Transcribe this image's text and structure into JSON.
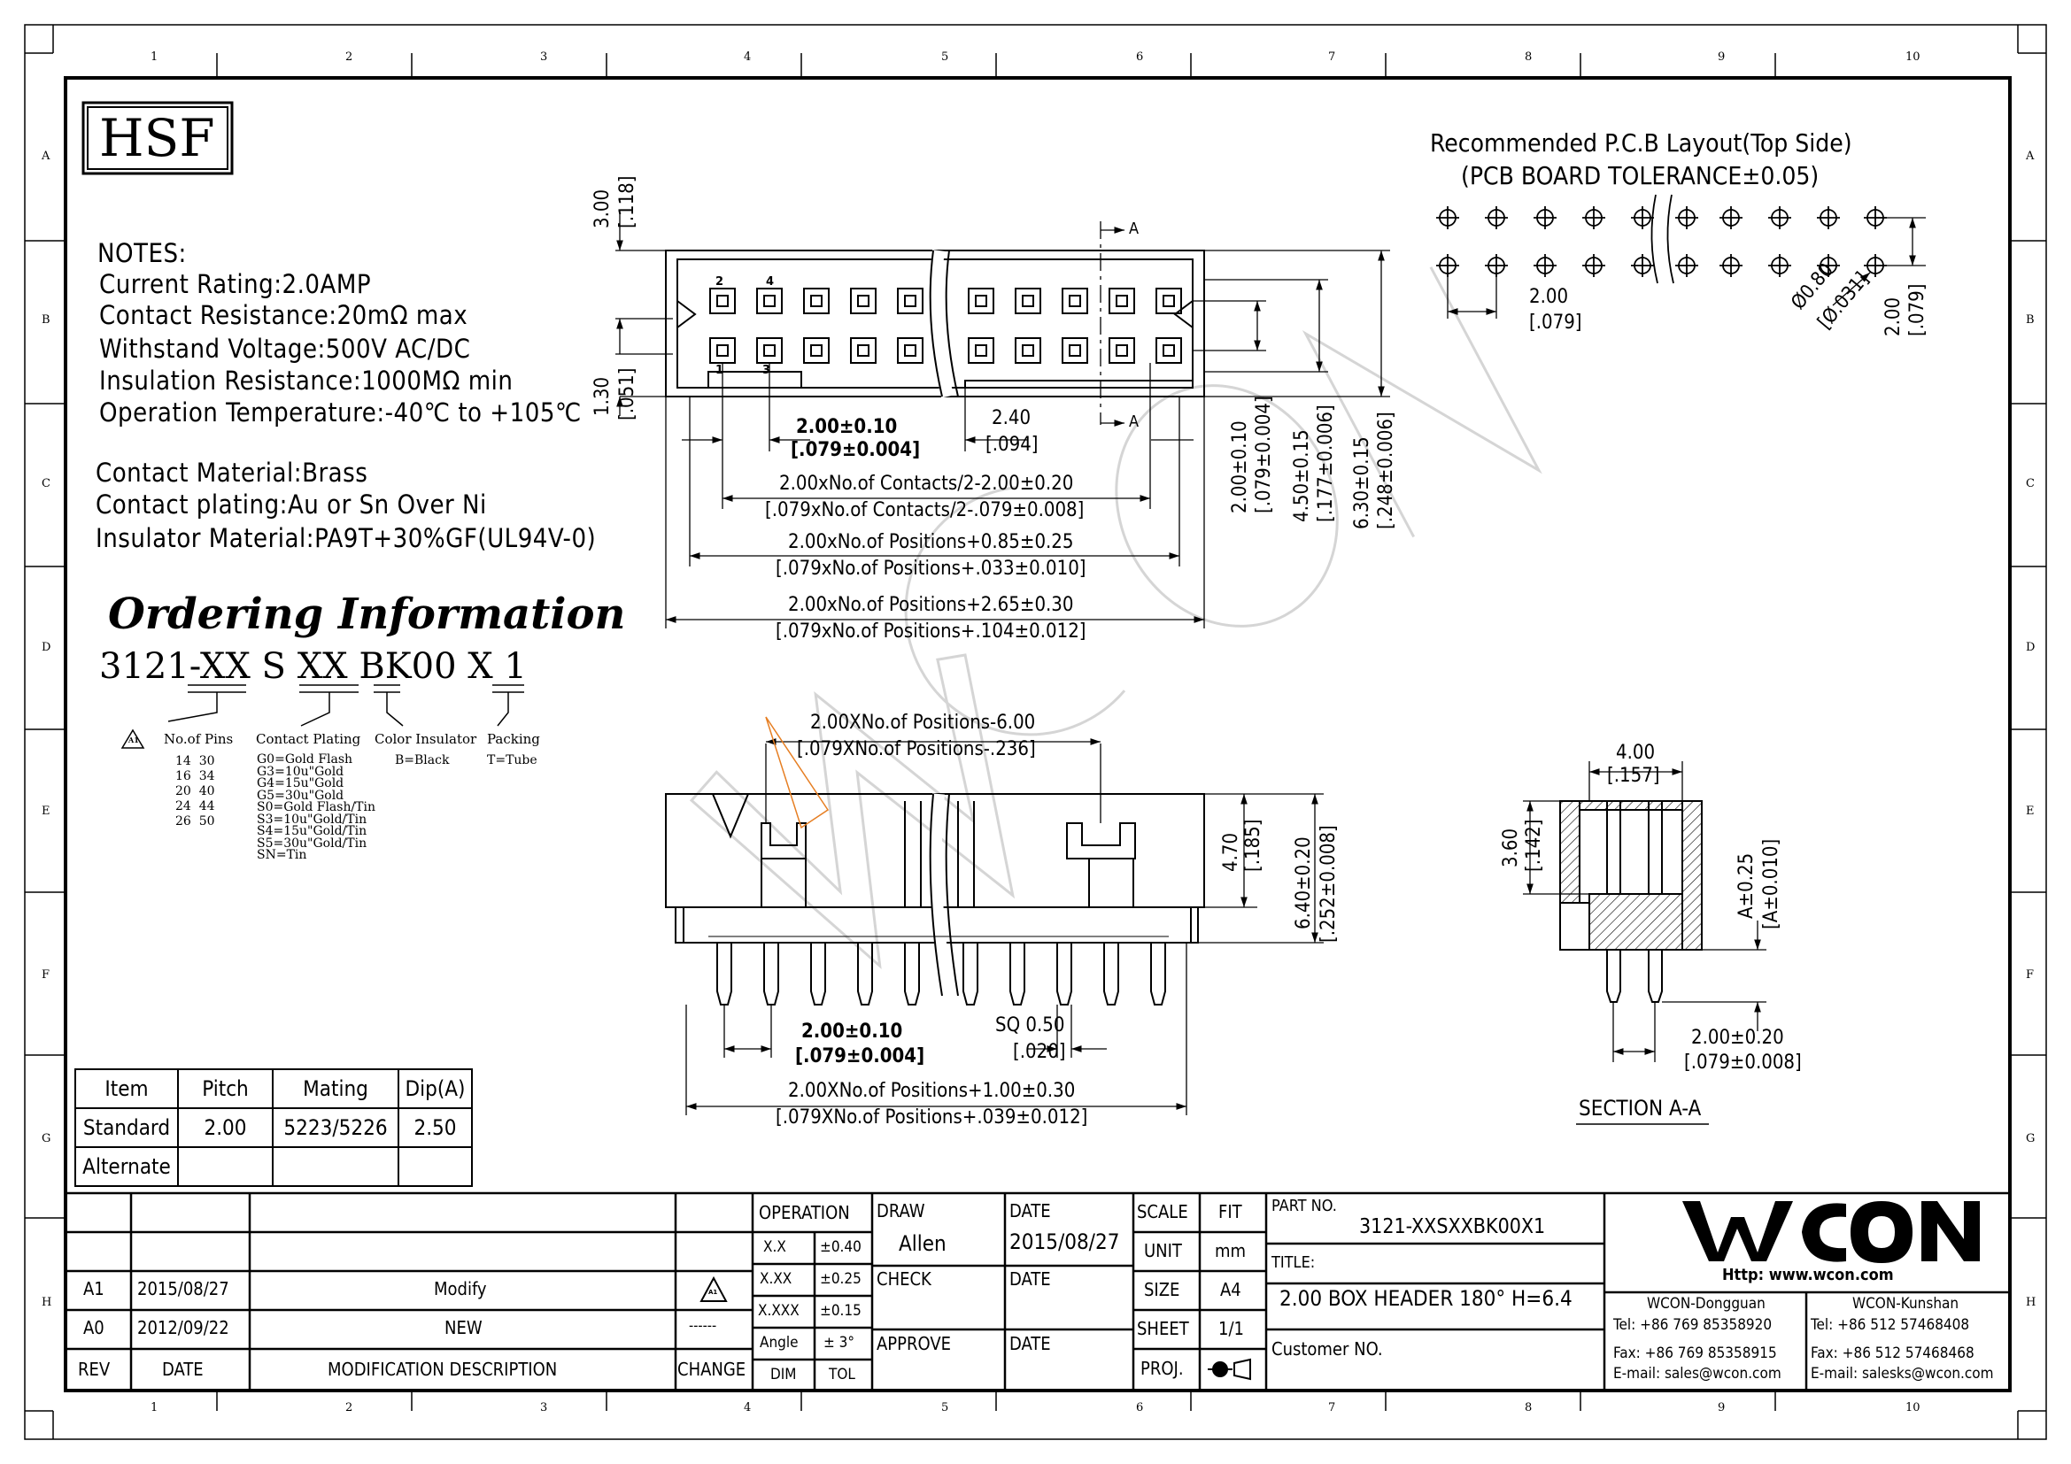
{
  "brand_box": "HSF",
  "notes": {
    "heading": "NOTES:",
    "lines": [
      "Current Rating:2.0AMP",
      "Contact Resistance:20mΩ  max",
      "Withstand Voltage:500V AC/DC",
      "Insulation Resistance:1000MΩ min",
      "Operation Temperature:-40℃ to +105℃"
    ],
    "materials": [
      "Contact Material:Brass",
      "Contact plating:Au or Sn Over Ni",
      "Insulator Material:PA9T+30%GF(UL94V-0)"
    ]
  },
  "ordering": {
    "title": "Ordering Information",
    "code_parts": [
      "3121-",
      "XX",
      " S ",
      "XX",
      " ",
      "B",
      "K00 ",
      "X",
      " 1"
    ],
    "no_of_pins_label": "No.of Pins",
    "pins": [
      [
        "14",
        "30"
      ],
      [
        "16",
        "34"
      ],
      [
        "20",
        "40"
      ],
      [
        "24",
        "44"
      ],
      [
        "26",
        "50"
      ]
    ],
    "contact_plating_label": "Contact Plating",
    "plating": [
      "G0=Gold Flash",
      "G3=10u\"Gold",
      "G4=15u\"Gold",
      "G5=30u\"Gold",
      "S0=Gold Flash/Tin",
      "S3=10u\"Gold/Tin",
      "S4=15u\"Gold/Tin",
      "S5=30u\"Gold/Tin",
      "SN=Tin"
    ],
    "color_label": "Color Insulator",
    "color": "B=Black",
    "packing_label": "Packing",
    "packing": "T=Tube",
    "rev_mark": "A1"
  },
  "pcb_layout": {
    "title": "Recommended P.C.B Layout(Top Side)",
    "subtitle": "(PCB BOARD TOLERANCE±0.05)",
    "pitch": "2.00",
    "pitch_in": "[.079]",
    "hole": "Ø0.80",
    "hole_in": "[Ø.031]",
    "row": "2.00",
    "row_in": "[.079]"
  },
  "top_view": {
    "dim_300": "3.00",
    "dim_300_in": "[.118]",
    "dim_130": "1.30",
    "dim_130_in": "[.051]",
    "pin_labels": [
      "2",
      "4",
      "1",
      "3"
    ],
    "section_mark": "A",
    "d_pitch": "2.00±0.10",
    "d_pitch_in": "[.079±0.004]",
    "d_240": "2.40",
    "d_240_in": "[.094]",
    "d_contacts": "2.00xNo.of  Contacts/2-2.00±0.20",
    "d_contacts_in": "[.079xNo.of  Contacts/2-.079±0.008]",
    "d_pos085": "2.00xNo.of  Positions+0.85±0.25",
    "d_pos085_in": "[.079xNo.of  Positions+.033±0.010]",
    "d_pos265": "2.00xNo.of  Positions+2.65±0.30",
    "d_pos265_in": "[.079xNo.of  Positions+.104±0.012]",
    "v1": "2.00±0.10",
    "v1_in": "[.079±0.004]",
    "v2": "4.50±0.15",
    "v2_in": "[.177±0.006]",
    "v3": "6.30±0.15",
    "v3_in": "[.248±0.006]"
  },
  "front_view": {
    "d_pos600": "2.00XNo.of  Positions-6.00",
    "d_pos600_in": "[.079XNo.of  Positions-.236]",
    "d_470": "4.70",
    "d_470_in": "[.185]",
    "d_640": "6.40±0.20",
    "d_640_in": "[.252±0.008]",
    "d_pitch": "2.00±0.10",
    "d_pitch_in": "[.079±0.004]",
    "d_sq": "SQ  0.50",
    "d_sq_in": "[.020]",
    "d_pos100": "2.00XNo.of  Positions+1.00±0.30",
    "d_pos100_in": "[.079XNo.of  Positions+.039±0.012]"
  },
  "section": {
    "d_400": "4.00",
    "d_400_in": "[.157]",
    "d_360": "3.60",
    "d_360_in": "[.142]",
    "d_a": "A±0.25",
    "d_a_in": "[A±0.010]",
    "d_200": "2.00±0.20",
    "d_200_in": "[.079±0.008]",
    "title": "SECTION  A-A"
  },
  "dip_table": {
    "headers": [
      "Item",
      "Pitch",
      "Mating",
      "Dip(A)"
    ],
    "rows": [
      [
        "Standard",
        "2.00",
        "5223/5226",
        "2.50"
      ],
      [
        "Alternate",
        "",
        "",
        ""
      ]
    ]
  },
  "title_block": {
    "revisions": [
      {
        "rev": "A1",
        "date": "2015/08/27",
        "desc": "Modify",
        "change": "A1"
      },
      {
        "rev": "A0",
        "date": "2012/09/22",
        "desc": "NEW",
        "change": "------"
      }
    ],
    "rev_header": "REV",
    "date_header": "DATE",
    "desc_header": "MODIFICATION  DESCRIPTION",
    "change_header": "CHANGE",
    "operation": "OPERATION",
    "tolerances": [
      [
        "X.X",
        "±0.40"
      ],
      [
        "X.XX",
        "±0.25"
      ],
      [
        "X.XXX",
        "±0.15"
      ],
      [
        "Angle",
        "±  3°"
      ]
    ],
    "dim": "DIM",
    "tol": "TOL",
    "draw_label": "DRAW",
    "draw_name": "Allen",
    "check_label": "CHECK",
    "approve_label": "APPROVE",
    "date_label": "DATE",
    "draw_date": "2015/08/27",
    "scale_label": "SCALE",
    "scale_val": "FIT",
    "unit_label": "UNIT",
    "unit_val": "mm",
    "size_label": "SIZE",
    "size_val": "A4",
    "sheet_label": "SHEET",
    "sheet_val": "1/1",
    "proj_label": "PROJ.",
    "part_no_label": "PART NO.",
    "part_no": "3121-XXSXXBK00X1",
    "title_label": "TITLE:",
    "title": "2.00  BOX  HEADER  180°  H=6.4",
    "customer_label": "Customer  NO.",
    "logo": "WCON",
    "http": "Http:  www.wcon.com",
    "dg_name": "WCON-Dongguan",
    "dg_tel": "Tel: +86 769 85358920",
    "dg_fax": "Fax: +86 769 85358915",
    "dg_mail": "E-mail: sales@wcon.com",
    "ks_name": "WCON-Kunshan",
    "ks_tel": "Tel: +86 512 57468408",
    "ks_fax": "Fax: +86 512 57468468",
    "ks_mail": "E-mail: salesks@wcon.com"
  },
  "grid": {
    "cols": [
      "1",
      "2",
      "3",
      "4",
      "5",
      "6",
      "7",
      "8",
      "9",
      "10"
    ],
    "rows": [
      "A",
      "B",
      "C",
      "D",
      "E",
      "F",
      "G",
      "H"
    ]
  },
  "watermark": "WCON"
}
